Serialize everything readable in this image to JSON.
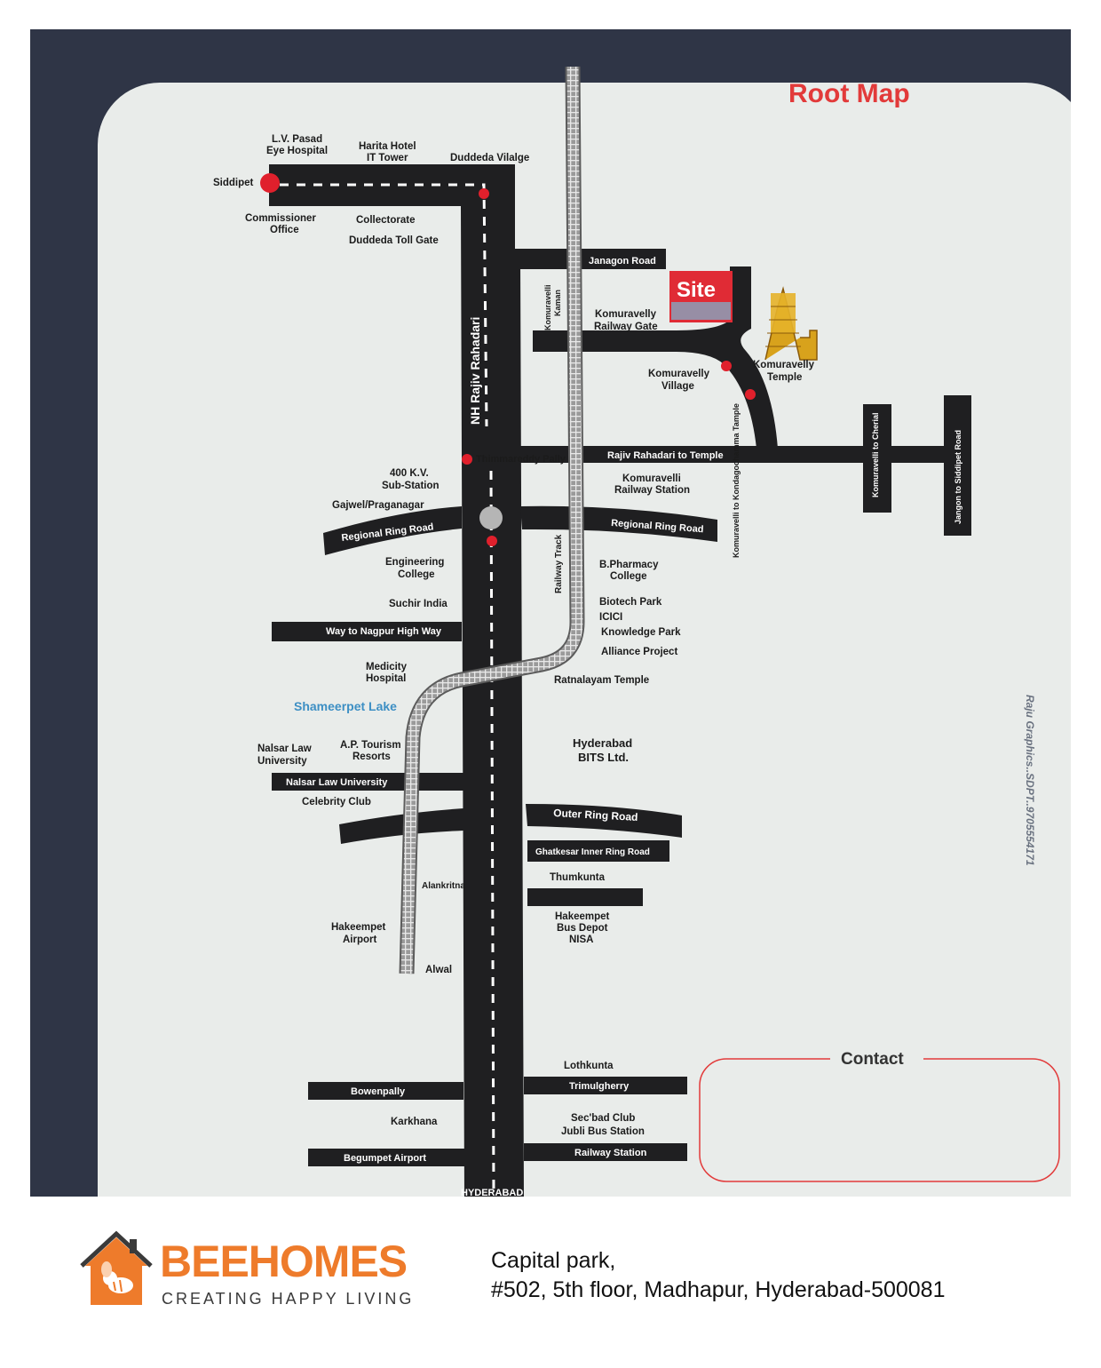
{
  "map": {
    "title": "Root Map",
    "site_label": "Site",
    "highway_label": "NH Rajiv Rahadari",
    "credit": "Raju Graphics..SDPT..9705554171",
    "contact_label": "Contact",
    "bottom_label": "HYDERABAD",
    "places": [
      "L.V. Pasad",
      "Eye Hospital",
      "Harita Hotel",
      "IT Tower",
      "Duddeda Vilalge",
      "Siddipet",
      "Commissioner",
      "Office",
      "Collectorate",
      "Duddeda Toll Gate",
      "Komuravelli",
      "Kaman",
      "Komuravelly",
      "Railway Gate",
      "Komuravelly",
      "Temple",
      "Komuravelly",
      "Village",
      "Thimmareddy Pally",
      "400 K.V.",
      "Sub-Station",
      "Komuravelli",
      "Railway Station",
      "Gajwel/Praganagar",
      "Engineering",
      "College",
      "B.Pharmacy",
      "College",
      "Suchir India",
      "Biotech Park",
      "ICICI",
      "Knowledge Park",
      "Alliance Project",
      "Medicity",
      "Hospital",
      "Ratnalayam Temple",
      "Shameerpet Lake",
      "Nalsar Law",
      "University",
      "A.P. Tourism",
      "Resorts",
      "Hyderabad",
      "BITS Ltd.",
      "Celebrity Club",
      "Thumkunta",
      "Alankritna",
      "Hakeempet",
      "Airport",
      "Hakeempet",
      "Bus Depot",
      "NISA",
      "Alwal",
      "Lothkunta",
      "Karkhana",
      "Sec'bad Club",
      "Jubli Bus Station",
      "Railway Track"
    ],
    "roads": [
      "Janagon Road",
      "Rajiv Rahadari to Temple",
      "Regional Ring Road",
      "Regional Ring Road",
      "Way to Nagpur High Way",
      "Nalsar Law University",
      "Outer Ring Road",
      "Ghatkesar Inner Ring Road",
      "Bowenpally",
      "Trimulgherry",
      "Begumpet Airport",
      "Railway Station",
      "Komuravelli to Cherial",
      "Jangon to Siddipet Road",
      "Komuravelli to Kondagochamma Tample"
    ],
    "colors": {
      "road": "#1f1f21",
      "marker": "#e0202c",
      "site": "#e02b35",
      "title": "#e23a3a",
      "credit": "#6a7280"
    }
  },
  "footer": {
    "brand": "BEEHOMES",
    "tagline": "CREATING HAPPY LIVING",
    "address_line1": "Capital park,",
    "address_line2": "#502, 5th floor, Madhapur, Hyderabad-500081",
    "colors": {
      "brand": "#ee7b2b"
    },
    "logo_icon": "house-bee-icon"
  }
}
